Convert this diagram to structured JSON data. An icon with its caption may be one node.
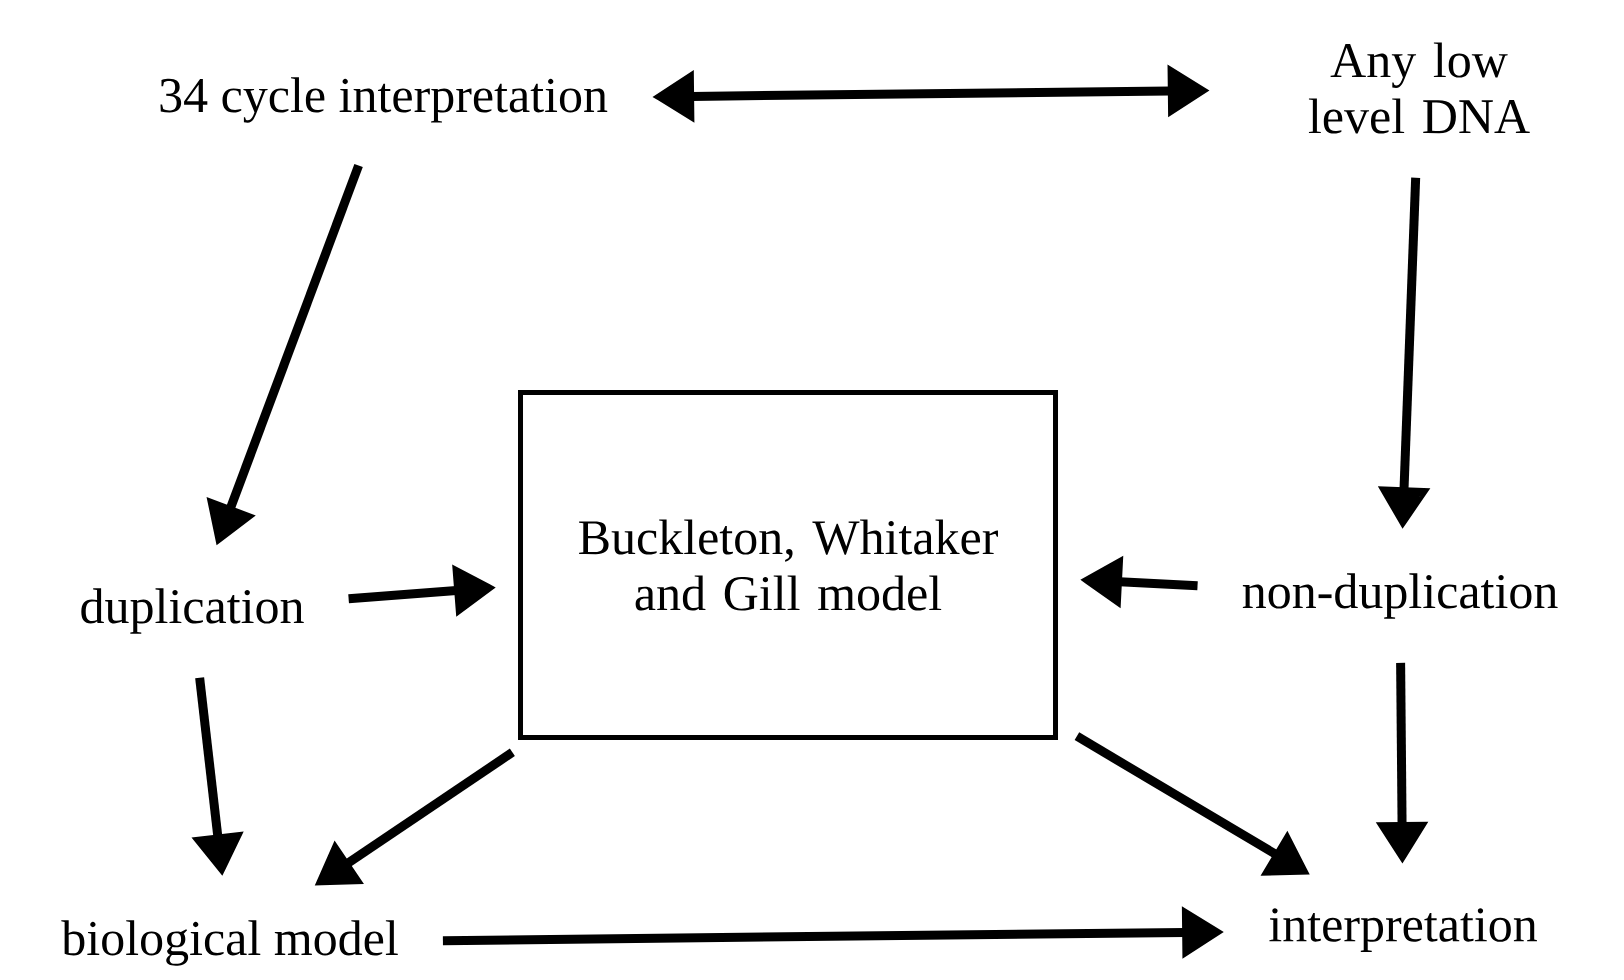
{
  "diagram": {
    "nodes": [
      {
        "text": [
          "34 cycle interpretation"
        ]
      },
      {
        "text": [
          "Any low level DNA"
        ]
      },
      {
        "text": [
          "duplication"
        ]
      },
      {
        "text": [
          "Buckleton, Whitaker and Gill model"
        ]
      },
      {
        "text": [
          "non-duplication"
        ]
      },
      {
        "text": [
          "biological model"
        ]
      },
      {
        "text": [
          "interpretation"
        ]
      }
    ],
    "edges": [
      {
        "from": 0,
        "to": 1,
        "arrow": "both"
      },
      {
        "from": 0,
        "to": 2,
        "arrow": "to"
      },
      {
        "from": 1,
        "to": 4,
        "arrow": "to"
      },
      {
        "from": 2,
        "to": 3,
        "arrow": "to"
      },
      {
        "from": 4,
        "to": 3,
        "arrow": "to"
      },
      {
        "from": 2,
        "to": 5,
        "arrow": "to"
      },
      {
        "from": 3,
        "to": 5,
        "arrow": "to"
      },
      {
        "from": 3,
        "to": 6,
        "arrow": "to"
      },
      {
        "from": 4,
        "to": 6,
        "arrow": "to"
      },
      {
        "from": 5,
        "to": 6,
        "arrow": "to"
      }
    ]
  }
}
